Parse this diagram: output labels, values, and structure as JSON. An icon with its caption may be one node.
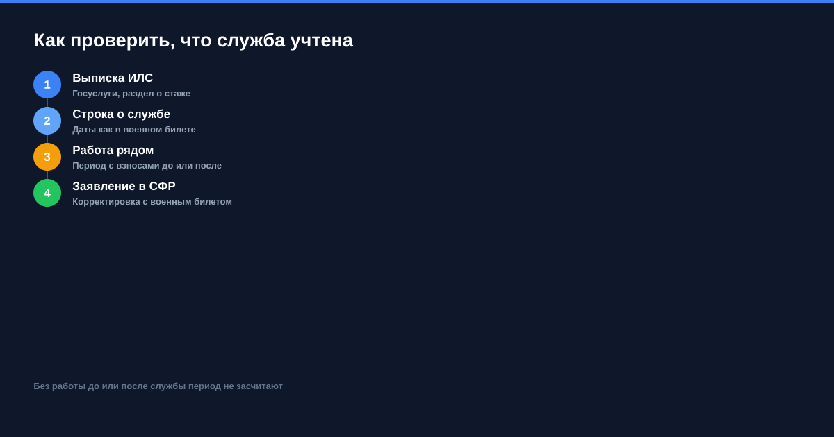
{
  "diagram": {
    "title": "Как проверить, что служба учтена",
    "nodes": [
      {
        "text": [
          "1"
        ],
        "beside": [
          "Выписка ИЛС",
          "Госуслуги, раздел о стаже"
        ]
      },
      {
        "text": [
          "2"
        ],
        "beside": [
          "Строка о службе",
          "Даты как в военном билете"
        ]
      },
      {
        "text": [
          "3"
        ],
        "beside": [
          "Работа рядом",
          "Период с взносами до или после"
        ]
      },
      {
        "text": [
          "4"
        ],
        "beside": [
          "Заявление в СФР",
          "Корректировка с военным билетом"
        ]
      }
    ],
    "edges": [
      {
        "from": 0,
        "to": 1,
        "arrow": "none"
      },
      {
        "from": 1,
        "to": 2,
        "arrow": "none"
      },
      {
        "from": 2,
        "to": 3,
        "arrow": "none"
      }
    ],
    "labels": [
      "Без работы до или после службы период не засчитают"
    ]
  }
}
